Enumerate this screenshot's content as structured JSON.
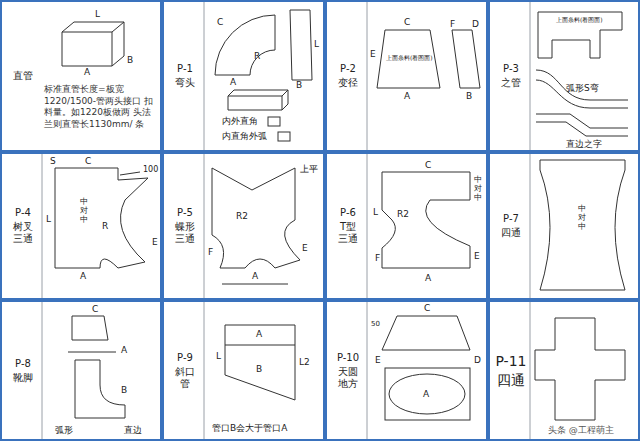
{
  "diagram": {
    "nodes": [
      {
        "text": [
          "直管",
          "标准直管长度=板宽 1220/1500-管两头接口 扣料量。如1220板做两 头法兰则直管长1130mm/ 条"
        ]
      },
      {
        "text": [
          "P-1",
          "弯头"
        ]
      },
      {
        "text": [
          "P-2",
          "变径"
        ]
      },
      {
        "text": [
          "P-3",
          "之管"
        ]
      },
      {
        "text": [
          "P-4",
          "树叉三通"
        ]
      },
      {
        "text": [
          "P-5",
          "蝶形三通"
        ]
      },
      {
        "text": [
          "P-6",
          "T型三通"
        ]
      },
      {
        "text": [
          "P-7",
          "四通"
        ]
      },
      {
        "text": [
          "P-8",
          "靴脚"
        ]
      },
      {
        "text": [
          "P-9",
          "斜口管"
        ]
      },
      {
        "text": [
          "P-10",
          "天圆地方"
        ]
      },
      {
        "text": [
          "P-11",
          "四通"
        ]
      }
    ],
    "labels": [
      "A",
      "B",
      "L",
      "C",
      "R",
      "A",
      "B",
      "L",
      "内外直角",
      "内直角外弧",
      "E",
      "C",
      "上面条料(看图面)",
      "A",
      "F",
      "D",
      "B",
      "上面条料(看图面)",
      "弧形S弯",
      "直边之字",
      "S",
      "C",
      "100",
      "L",
      "中对中",
      "R",
      "E",
      "A",
      "上平",
      "R2",
      "F",
      "E",
      "A",
      "C",
      "中对中",
      "L",
      "R2",
      "F",
      "E",
      "A",
      "中对中",
      "C",
      "A",
      "B",
      "弧形",
      "直边",
      "A",
      "L",
      "L2",
      "B",
      "管口B会大于管口A",
      "C",
      "50",
      "E",
      "D",
      "A",
      "头条 @工程萌主"
    ]
  }
}
